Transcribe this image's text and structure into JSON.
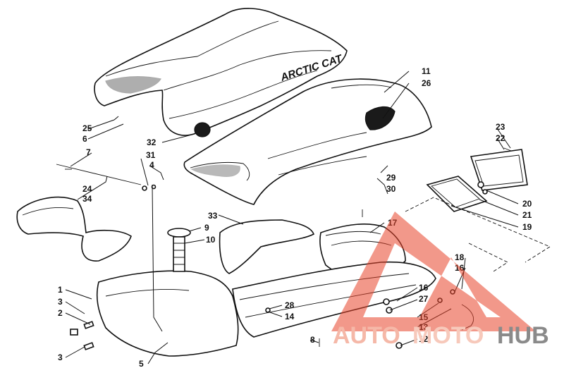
{
  "seat_brand_text": "ARCTIC CAT",
  "callouts": [
    "1",
    "2",
    "3",
    "3",
    "4",
    "5",
    "6",
    "7",
    "8",
    "9",
    "10",
    "11",
    "12",
    "13",
    "14",
    "15",
    "16",
    "16",
    "17",
    "18",
    "19",
    "20",
    "21",
    "22",
    "23",
    "24",
    "25",
    "26",
    "27",
    "28",
    "29",
    "30",
    "31",
    "32",
    "33",
    "34"
  ],
  "watermark": {
    "auto": "AUTO",
    "moto": "MOTO",
    "hub": "HUB",
    "colors": {
      "auto": "#f5b8a8",
      "moto": "#f7c9bb",
      "hub": "#8a8a8a",
      "triangle": "#e8432a"
    }
  }
}
